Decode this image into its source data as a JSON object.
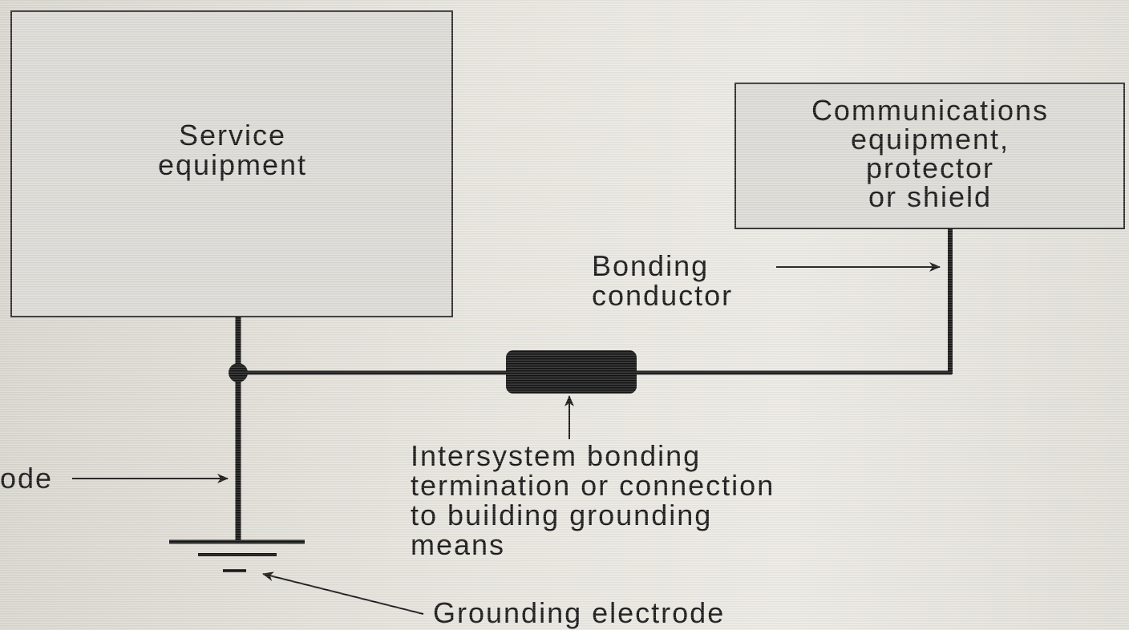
{
  "service_box": {
    "line1": "Service",
    "line2": "equipment"
  },
  "comm_box": {
    "line1": "Communications",
    "line2": "equipment,",
    "line3": "protector",
    "line4": "or shield"
  },
  "bonding_label": {
    "line1": "Bonding",
    "line2": "conductor"
  },
  "intersystem_label": {
    "line1": "Intersystem bonding",
    "line2": "termination or connection",
    "line3": "to building grounding",
    "line4": "means"
  },
  "partial_left_label": "ode",
  "ground_label": "Grounding electrode",
  "colors": {
    "ink": "#141414",
    "box_fill": "#dcdbd6",
    "background": "#e6e4dc"
  }
}
